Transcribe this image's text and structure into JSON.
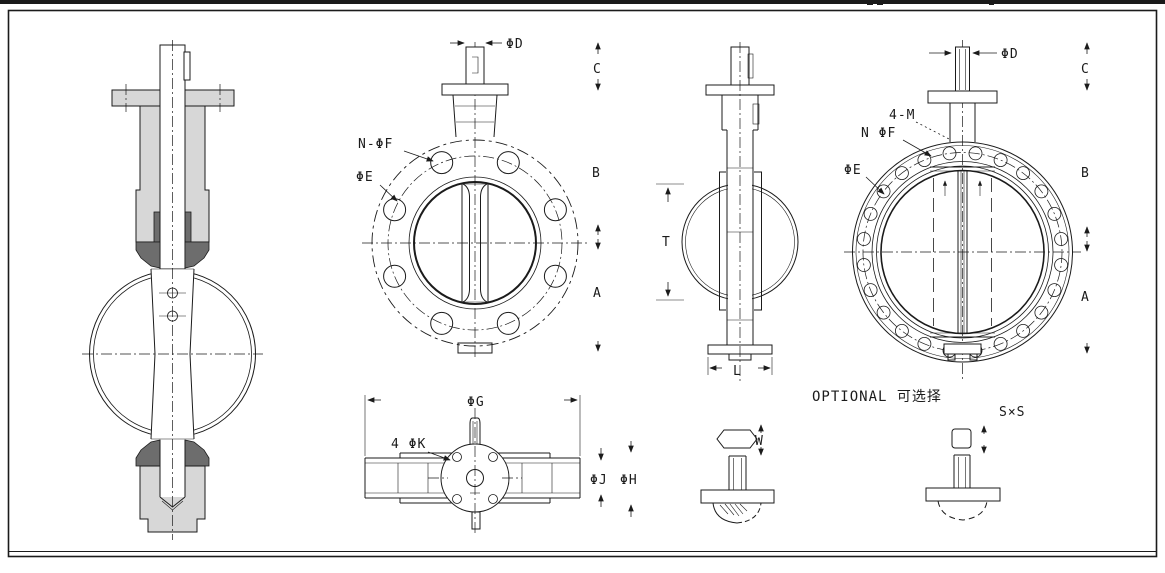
{
  "colors": {
    "line": "#1b1b1b",
    "section_light": "#d7d7d7",
    "section_dark": "#6d6d6d",
    "background": "#ffffff"
  },
  "labels": {
    "front_wafer": {
      "phi_d": "ΦD",
      "bolt_holes": "N-ΦF",
      "bolt_circle": "ΦE",
      "dim_c": "C",
      "dim_b": "B",
      "dim_a": "A"
    },
    "plan": {
      "phi_g": "ΦG",
      "holes": "4 ΦK",
      "phi_j": "ΦJ",
      "phi_h": "ΦH"
    },
    "side": {
      "dim_t": "T",
      "dim_l": "L"
    },
    "front_flanged": {
      "phi_d": "ΦD",
      "tapped": "4-M",
      "bolt_holes": "N ΦF",
      "bolt_circle": "ΦE",
      "dim_c": "C",
      "dim_b": "B",
      "dim_a": "A"
    },
    "options": {
      "title": "OPTIONAL 可选择",
      "hex_dim": "W",
      "square_dim": "S×S"
    }
  }
}
